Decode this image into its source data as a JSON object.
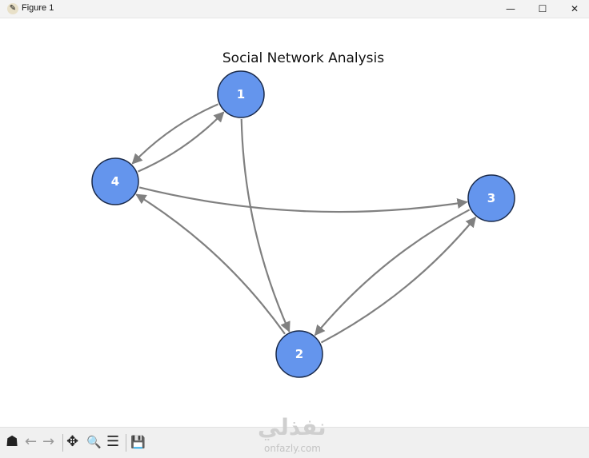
{
  "window": {
    "title": "Figure 1",
    "minimize": "—",
    "maximize": "☐",
    "close": "✕"
  },
  "figure": {
    "title": "Social Network Analysis",
    "nodes": [
      {
        "id": "1",
        "label": "1"
      },
      {
        "id": "2",
        "label": "2"
      },
      {
        "id": "3",
        "label": "3"
      },
      {
        "id": "4",
        "label": "4"
      }
    ],
    "edges": [
      [
        "1",
        "4"
      ],
      [
        "4",
        "1"
      ],
      [
        "1",
        "2"
      ],
      [
        "4",
        "3"
      ],
      [
        "2",
        "4"
      ],
      [
        "3",
        "2"
      ],
      [
        "2",
        "3"
      ]
    ],
    "node_color": "#6495ED",
    "edge_color": "#808080"
  },
  "toolbar": {
    "home": "☗",
    "back": "←",
    "forward": "→",
    "pan": "✥",
    "zoom": "🔍",
    "configure": "☰",
    "save": "💾"
  },
  "watermark": {
    "text": "نفذلي",
    "url": "onfazly.com"
  }
}
